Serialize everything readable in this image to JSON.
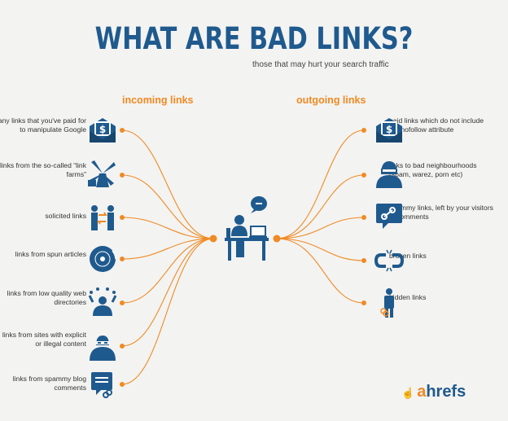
{
  "header": {
    "title": "WHAT ARE BAD LINKS?",
    "subtitle": "those that may hurt your search traffic"
  },
  "incoming": {
    "heading": "incoming links",
    "items": [
      {
        "text": "any links that you've paid for to manipulate Google",
        "icon": "dollar-envelope-icon"
      },
      {
        "text": "links from the so-called “link farms”",
        "icon": "windmill-icon"
      },
      {
        "text": "solicited links",
        "icon": "exchange-hands-icon"
      },
      {
        "text": "links from spun articles",
        "icon": "spinning-disc-icon"
      },
      {
        "text": "links from low quality web directories",
        "icon": "juggler-icon"
      },
      {
        "text": "links from sites with explicit or illegal content",
        "icon": "masked-person-icon"
      },
      {
        "text": "links from spammy blog comments",
        "icon": "comment-link-icon"
      }
    ]
  },
  "outgoing": {
    "heading": "outgoing links",
    "items": [
      {
        "text": "paid links which do not include the nofollow attribute",
        "icon": "dollar-envelope-icon"
      },
      {
        "text": "links to bad neighbourhoods (spam, warez, porn etc)",
        "icon": "hooded-person-icon"
      },
      {
        "text": "spammy links, left by your visitors in comments",
        "icon": "comment-link-icon"
      },
      {
        "text": "broken links",
        "icon": "broken-link-icon"
      },
      {
        "text": "hidden links",
        "icon": "hidden-person-icon"
      }
    ]
  },
  "center": {
    "icon": "person-at-computer-icon"
  },
  "logo": {
    "mark": "a",
    "rest": "hrefs"
  },
  "colors": {
    "primary": "#1f5a8e",
    "accent": "#f08a24",
    "background": "#f3f3f1"
  }
}
